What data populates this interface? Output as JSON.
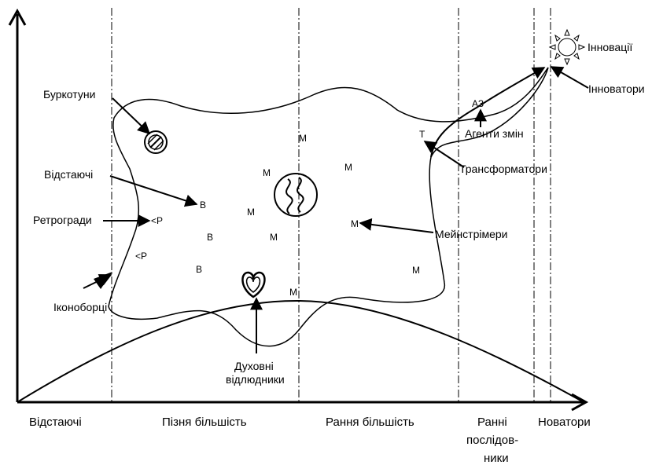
{
  "axis_labels": {
    "laggards": "Відстаючі",
    "late_majority": "Пізня більшість",
    "early_majority": "Рання більшість",
    "early_adopters_line1": "Ранні",
    "early_adopters_line2": "послідов-",
    "early_adopters_line3": "ники",
    "innovators": "Новатори"
  },
  "callouts": {
    "grumblers": "Буркотуни",
    "laggards": "Відстаючі",
    "retrogrades": "Ретрогради",
    "iconoclasts_line1": "Іконоборці",
    "innovations": "Інновації",
    "innovators": "Інноватори",
    "change_agents": "Агенти змін",
    "transformers": "Трансформатори",
    "mainstreamers": "Мейнстрімери",
    "hermits_line1": "Духовні",
    "hermits_line2": "відлюдники"
  },
  "markers": {
    "m": "М",
    "b": "В",
    "p": "<Р",
    "t": "Т",
    "az": "АЗ"
  },
  "colors": {
    "ink": "#000000",
    "background": "#ffffff"
  }
}
